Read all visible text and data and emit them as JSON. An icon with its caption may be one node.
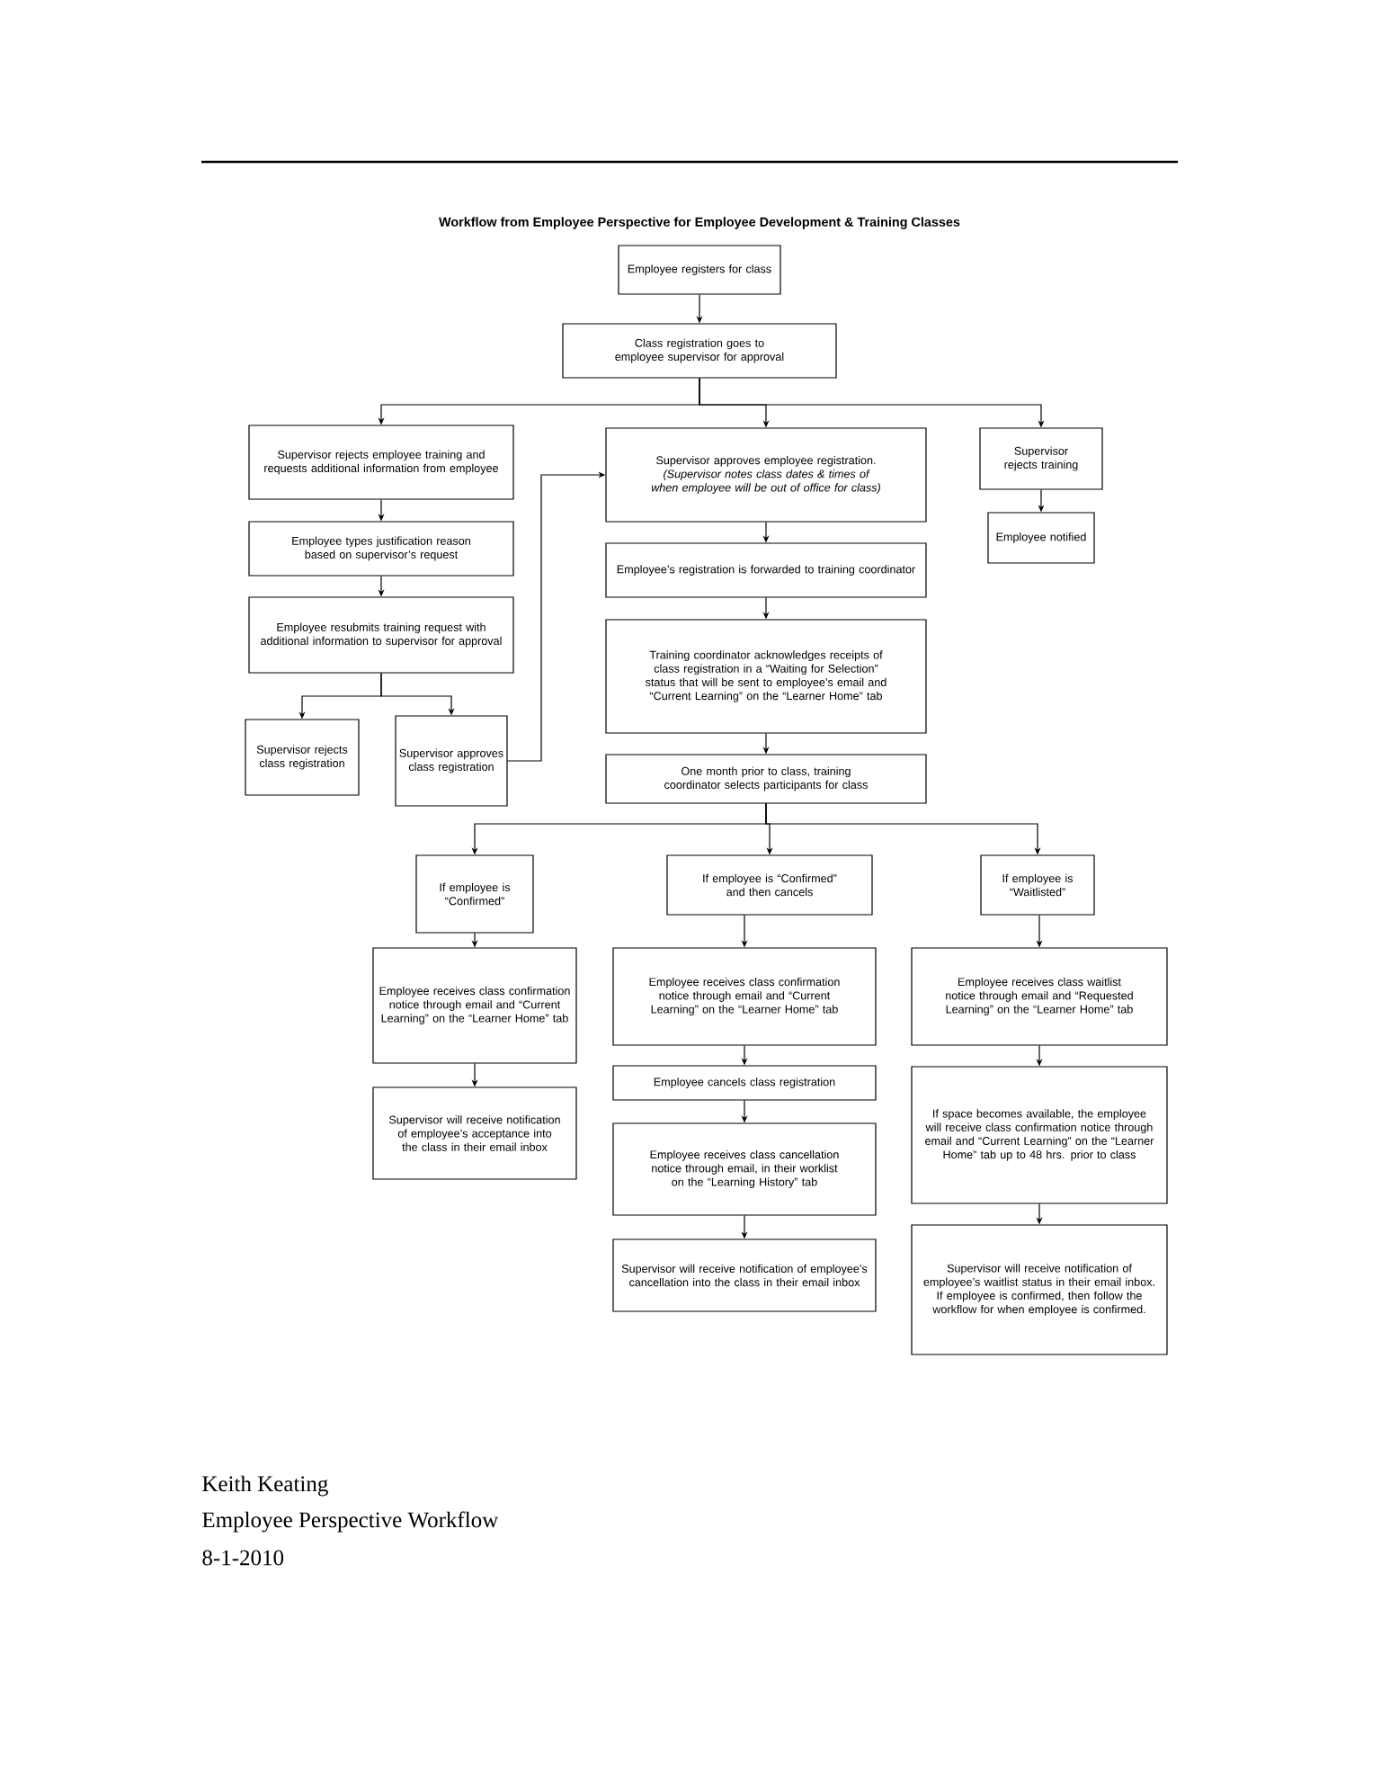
{
  "diagram": {
    "title": "Workflow from Employee Perspective for Employee Development & Training Classes",
    "nodes": [
      {
        "text": [
          "Employee registers for class"
        ]
      },
      {
        "text": [
          "Class registration goes to employee supervisor for approval"
        ]
      },
      {
        "text": [
          "Supervisor rejects employee training and requests additional information from employee"
        ]
      },
      {
        "text": [
          "Supervisor approves employee registration.",
          "(Supervisor notes class dates & times of when employee will be out of office for class)"
        ]
      },
      {
        "text": [
          "Supervisor rejects training"
        ]
      },
      {
        "text": [
          "Employee notified"
        ]
      },
      {
        "text": [
          "Employee types justification reason based on supervisor’s request"
        ]
      },
      {
        "text": [
          "Employee resubmits training request with additional information to supervisor for approval"
        ]
      },
      {
        "text": [
          "Supervisor rejects class registration"
        ]
      },
      {
        "text": [
          "Supervisor approves class registration"
        ]
      },
      {
        "text": [
          "Employee’s registration is forwarded to training coordinator"
        ]
      },
      {
        "text": [
          "Training coordinator acknowledges receipts of class registration in a “Waiting for Selection” status that will be sent to employee’s email and “Current Learning” on the “Learner Home” tab"
        ]
      },
      {
        "text": [
          "One month prior to class, training coordinator selects participants for class"
        ]
      },
      {
        "text": [
          "If employee is “Confirmed”"
        ]
      },
      {
        "text": [
          "If employee is “Confirmed” and then cancels"
        ]
      },
      {
        "text": [
          "If employee is “Waitlisted”"
        ]
      },
      {
        "text": [
          "Employee receives class confirmation notice through email and “Current Learning” on the “Learner Home” tab"
        ]
      },
      {
        "text": [
          "Employee receives class confirmation notice through email and “Current Learning” on the “Learner Home” tab"
        ]
      },
      {
        "text": [
          "Employee receives class waitlist notice through email and “Requested Learning” on the “Learner Home” tab"
        ]
      },
      {
        "text": [
          "Supervisor will receive notification of employee’s acceptance into the class in their email inbox"
        ]
      },
      {
        "text": [
          "Employee cancels class registration"
        ]
      },
      {
        "text": [
          "Employee receives class cancellation notice through email, in their worklist on the “Learning History” tab"
        ]
      },
      {
        "text": [
          "Supervisor will receive notification of employee’s cancellation into the class in their email inbox"
        ]
      },
      {
        "text": [
          "If space becomes available, the employee will receive class confirmation notice through email and “Current Learning” on the “Learner Home” tab up to 48 hrs. prior to class"
        ]
      },
      {
        "text": [
          "Supervisor will receive notification of employee’s waitlist status in their email inbox. If employee is confirmed, then follow the workflow for when employee is confirmed."
        ]
      }
    ],
    "edges": [
      {
        "from": 0,
        "to": 1,
        "arrow": "to"
      },
      {
        "from": 1,
        "to": 2,
        "arrow": "to"
      },
      {
        "from": 1,
        "to": 3,
        "arrow": "to"
      },
      {
        "from": 1,
        "to": 4,
        "arrow": "to"
      },
      {
        "from": 4,
        "to": 5,
        "arrow": "to"
      },
      {
        "from": 2,
        "to": 6,
        "arrow": "to"
      },
      {
        "from": 6,
        "to": 7,
        "arrow": "to"
      },
      {
        "from": 7,
        "to": 8,
        "arrow": "to"
      },
      {
        "from": 7,
        "to": 9,
        "arrow": "to"
      },
      {
        "from": 9,
        "to": 3,
        "arrow": "to"
      },
      {
        "from": 3,
        "to": 10,
        "arrow": "to"
      },
      {
        "from": 10,
        "to": 11,
        "arrow": "to"
      },
      {
        "from": 11,
        "to": 12,
        "arrow": "to"
      },
      {
        "from": 12,
        "to": 13,
        "arrow": "to"
      },
      {
        "from": 12,
        "to": 14,
        "arrow": "to"
      },
      {
        "from": 12,
        "to": 15,
        "arrow": "to"
      },
      {
        "from": 13,
        "to": 16,
        "arrow": "to"
      },
      {
        "from": 14,
        "to": 17,
        "arrow": "to"
      },
      {
        "from": 15,
        "to": 18,
        "arrow": "to"
      },
      {
        "from": 16,
        "to": 19,
        "arrow": "to"
      },
      {
        "from": 17,
        "to": 20,
        "arrow": "to"
      },
      {
        "from": 20,
        "to": 21,
        "arrow": "to"
      },
      {
        "from": 21,
        "to": 22,
        "arrow": "to"
      },
      {
        "from": 18,
        "to": 23,
        "arrow": "to"
      },
      {
        "from": 23,
        "to": 24,
        "arrow": "to"
      }
    ],
    "labels": [
      "Keith Keating",
      "Employee Perspective Workflow",
      "8-1-2010"
    ]
  }
}
